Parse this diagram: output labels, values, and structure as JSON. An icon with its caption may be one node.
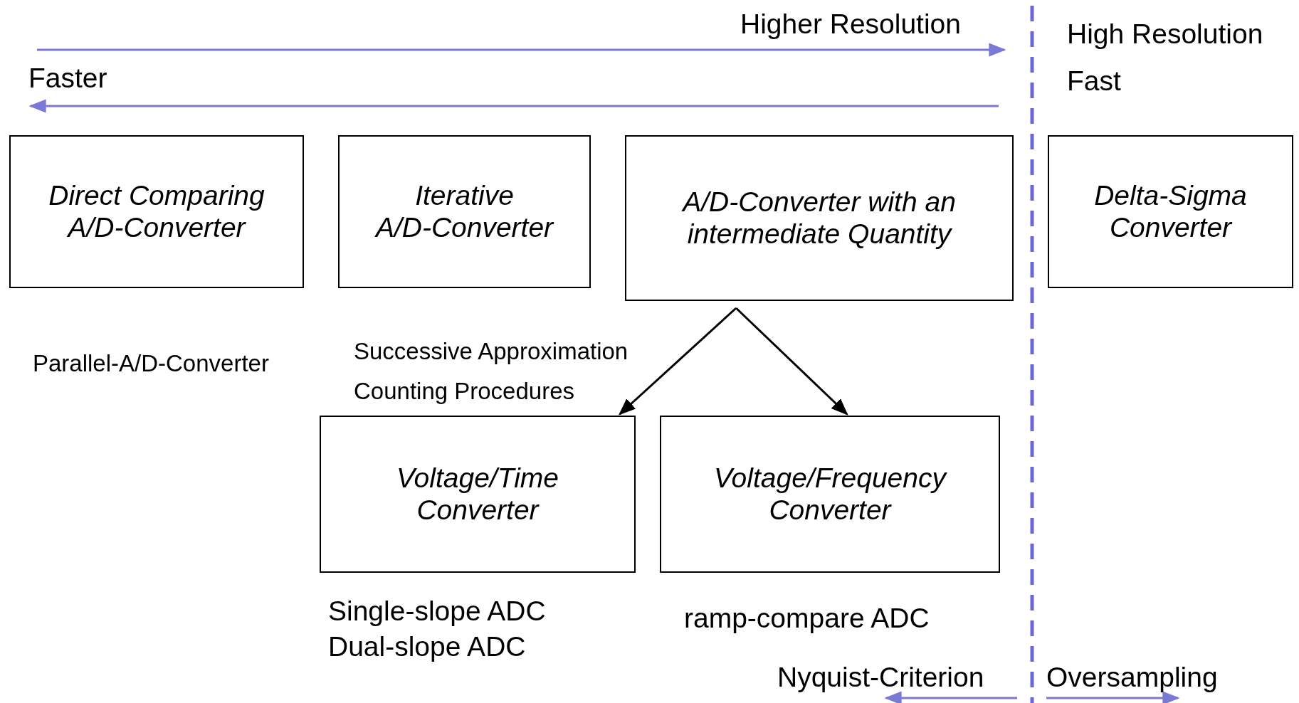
{
  "diagram": {
    "nodes": [
      {
        "text": [
          "Direct Comparing A/D-Converter"
        ],
        "beside": [
          "Parallel-A/D-Converter"
        ]
      },
      {
        "text": [
          "Iterative A/D-Converter"
        ]
      },
      {
        "text": [
          "A/D-Converter with an intermediate Quantity"
        ]
      },
      {
        "text": [
          "Delta-Sigma Converter"
        ]
      },
      {
        "text": [
          "Voltage/Time Converter"
        ],
        "beside": [
          "Single-slope ADC",
          "Dual-slope ADC"
        ]
      },
      {
        "text": [
          "Voltage/Frequency Converter"
        ],
        "beside": [
          "ramp-compare ADC"
        ]
      }
    ],
    "edges": [
      {
        "from": 2,
        "to": 4,
        "arrow": "to"
      },
      {
        "from": 2,
        "to": 5,
        "arrow": "to"
      }
    ],
    "labels": [
      "Higher Resolution",
      "Faster",
      "High Resolution",
      "Fast",
      "Successive Approximation",
      "Counting Procedures",
      "Nyquist-Criterion",
      "Oversampling"
    ]
  }
}
